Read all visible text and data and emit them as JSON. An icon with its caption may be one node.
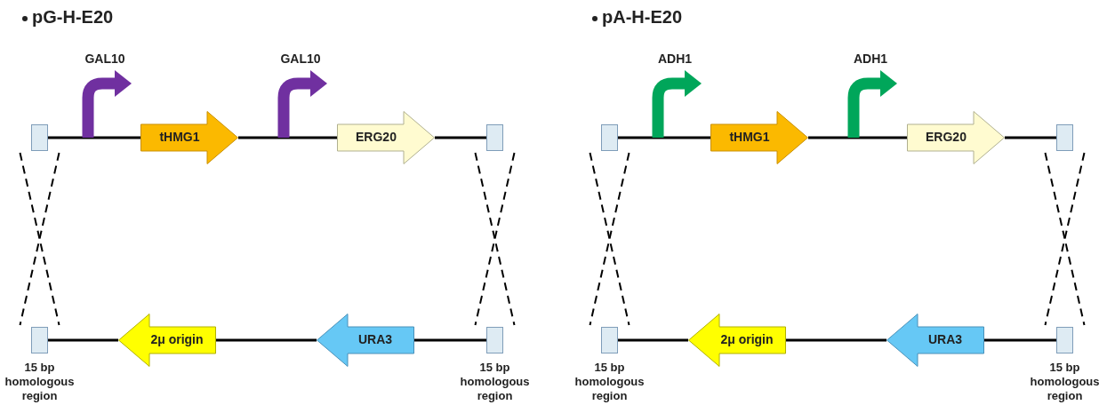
{
  "diagram": {
    "nodes": [
      {
        "text": [],
        "shape": "box"
      },
      {
        "text": [
          "GAL10"
        ]
      },
      {
        "text": [
          "tHMG1"
        ]
      },
      {
        "text": [
          "GAL10"
        ]
      },
      {
        "text": [
          "ERG20"
        ]
      },
      {
        "text": [],
        "shape": "box"
      },
      {
        "text": [],
        "shape": "box",
        "beside": [
          "15 bp homologous region"
        ]
      },
      {
        "text": [
          "2μ origin"
        ]
      },
      {
        "text": [
          "URA3"
        ]
      },
      {
        "text": [],
        "shape": "box",
        "beside": [
          "15 bp homologous region"
        ]
      },
      {
        "text": [],
        "shape": "box"
      },
      {
        "text": [
          "ADH1"
        ]
      },
      {
        "text": [
          "tHMG1"
        ]
      },
      {
        "text": [
          "ADH1"
        ]
      },
      {
        "text": [
          "ERG20"
        ]
      },
      {
        "text": [],
        "shape": "box"
      },
      {
        "text": [],
        "shape": "box",
        "beside": [
          "15 bp homologous region"
        ]
      },
      {
        "text": [
          "2μ origin"
        ]
      },
      {
        "text": [
          "URA3"
        ]
      },
      {
        "text": [],
        "shape": "box",
        "beside": [
          "15 bp homologous region"
        ]
      }
    ],
    "edges": [
      {
        "from": 0,
        "to": 2,
        "arrow": "none"
      },
      {
        "from": 2,
        "to": 4,
        "arrow": "none"
      },
      {
        "from": 4,
        "to": 5,
        "arrow": "none"
      },
      {
        "from": 6,
        "to": 7,
        "arrow": "none"
      },
      {
        "from": 7,
        "to": 8,
        "arrow": "none"
      },
      {
        "from": 8,
        "to": 9,
        "arrow": "none"
      },
      {
        "from": 0,
        "to": 6,
        "arrow": "none",
        "style": "dashed"
      },
      {
        "from": 0,
        "to": 6,
        "arrow": "none",
        "style": "dashed"
      },
      {
        "from": 5,
        "to": 9,
        "arrow": "none",
        "style": "dashed"
      },
      {
        "from": 5,
        "to": 9,
        "arrow": "none",
        "style": "dashed"
      },
      {
        "from": 10,
        "to": 12,
        "arrow": "none"
      },
      {
        "from": 12,
        "to": 14,
        "arrow": "none"
      },
      {
        "from": 14,
        "to": 15,
        "arrow": "none"
      },
      {
        "from": 16,
        "to": 17,
        "arrow": "none"
      },
      {
        "from": 17,
        "to": 18,
        "arrow": "none"
      },
      {
        "from": 18,
        "to": 19,
        "arrow": "none"
      },
      {
        "from": 10,
        "to": 16,
        "arrow": "none",
        "style": "dashed"
      },
      {
        "from": 10,
        "to": 16,
        "arrow": "none",
        "style": "dashed"
      },
      {
        "from": 15,
        "to": 19,
        "arrow": "none",
        "style": "dashed"
      },
      {
        "from": 15,
        "to": 19,
        "arrow": "none",
        "style": "dashed"
      }
    ],
    "labels": [
      "pG-H-E20",
      "pA-H-E20"
    ]
  }
}
